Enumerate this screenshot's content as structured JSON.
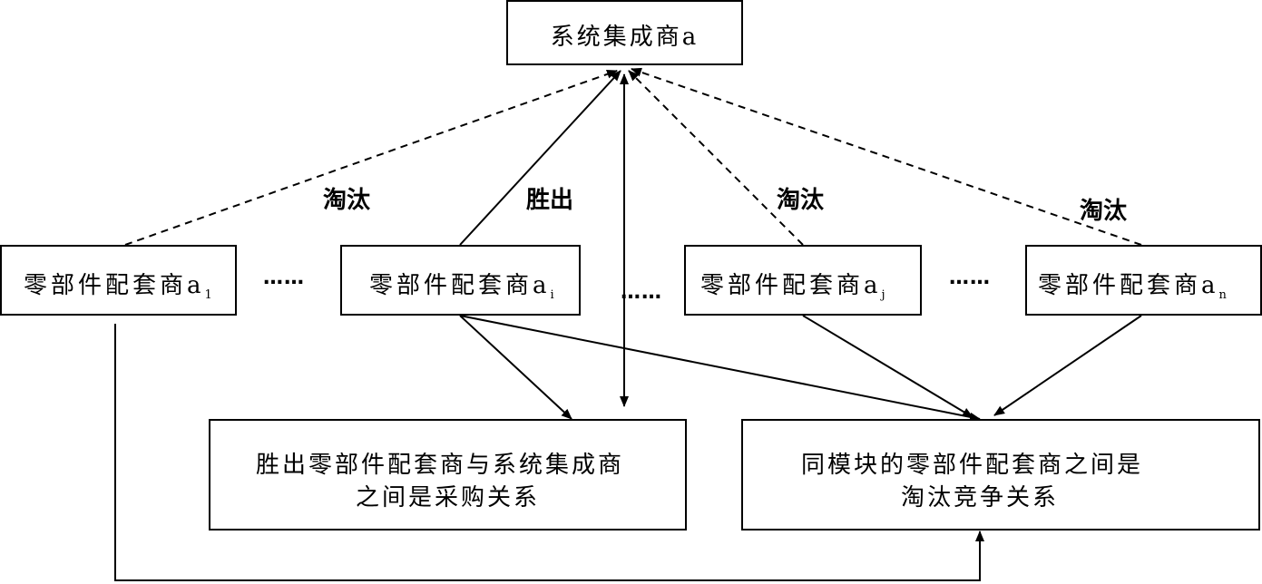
{
  "integrator": {
    "label": "系统集成商a"
  },
  "suppliers": [
    {
      "name": "零部件配套商",
      "base": "a",
      "sub": "1"
    },
    {
      "name": "零部件配套商",
      "base": "a",
      "sub": "i"
    },
    {
      "name": "零部件配套商",
      "base": "a",
      "sub": "j"
    },
    {
      "name": "零部件配套商",
      "base": "a",
      "sub": "n"
    }
  ],
  "ellipsis": "……",
  "edge_labels": {
    "eliminate": "淘汰",
    "win": "胜出"
  },
  "result_boxes": {
    "purchase": {
      "line1": "胜出零部件配套商与系统集成商",
      "line2": "之间是采购关系"
    },
    "compete": {
      "line1": "同模块的零部件配套商之间是",
      "line2": "淘汰竞争关系"
    }
  }
}
